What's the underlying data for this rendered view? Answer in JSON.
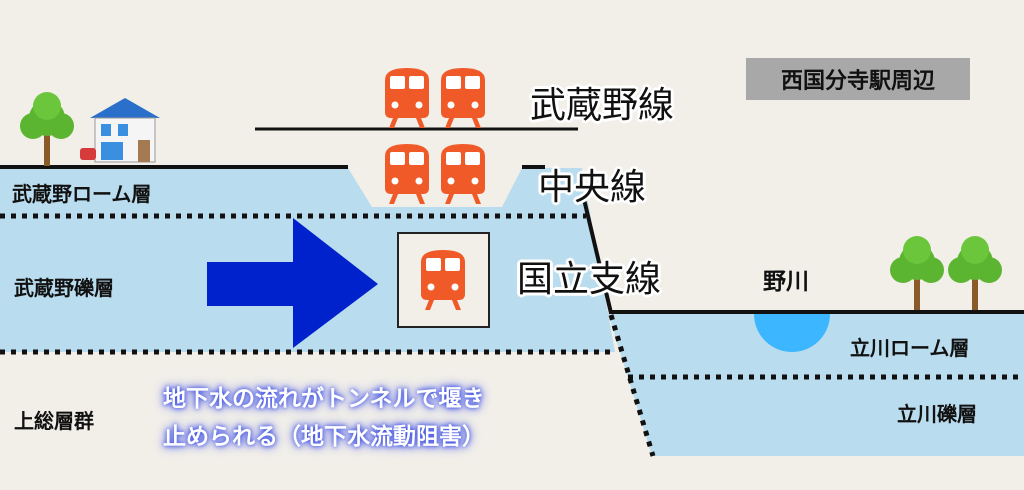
{
  "station_label": "西国分寺駅周辺",
  "lines": {
    "musashino": "武蔵野線",
    "chuo": "中央線",
    "kunitachi": "国立支線"
  },
  "river": "野川",
  "layers_left": {
    "loam": "武蔵野ローム層",
    "gravel": "武蔵野礫層",
    "base": "上総層群"
  },
  "layers_right": {
    "loam": "立川ローム層",
    "gravel": "立川礫層"
  },
  "note": {
    "line1": "地下水の流れがトンネルで堰き",
    "line2": "止められる（地下水流動阻害）"
  },
  "colors": {
    "background": "#f2efe9",
    "layer": "#b9dcef",
    "arrow": "#0022cc",
    "train": "#f05a28",
    "river": "#3bb6ff"
  }
}
